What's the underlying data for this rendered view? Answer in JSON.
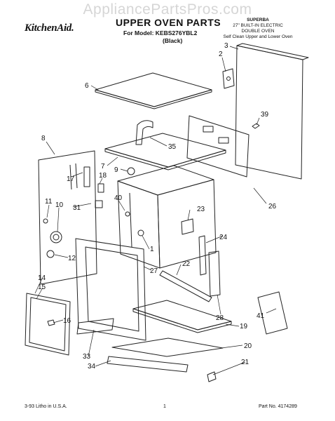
{
  "watermark": "AppliancePartsPros.com",
  "header": {
    "brand": "KitchenAid.",
    "title": "UPPER OVEN PARTS",
    "model_line": "For Model: KEBS276YBL2",
    "color": "(Black)",
    "product": [
      "SUPERBA",
      "27\" BUILT-IN ELECTRIC",
      "DOUBLE OVEN",
      "Self Clean Upper and Lower Oven"
    ]
  },
  "footer": {
    "left": "3-93 Litho in U.S.A.",
    "page": "1",
    "part_number": "Part No. 4174289"
  },
  "callouts": [
    "1",
    "2",
    "3",
    "6",
    "7",
    "8",
    "9",
    "10",
    "11",
    "12",
    "14",
    "15",
    "16",
    "17",
    "18",
    "19",
    "20",
    "21",
    "22",
    "23",
    "24",
    "26",
    "27",
    "28",
    "31",
    "33",
    "34",
    "35",
    "39",
    "40",
    "41"
  ]
}
